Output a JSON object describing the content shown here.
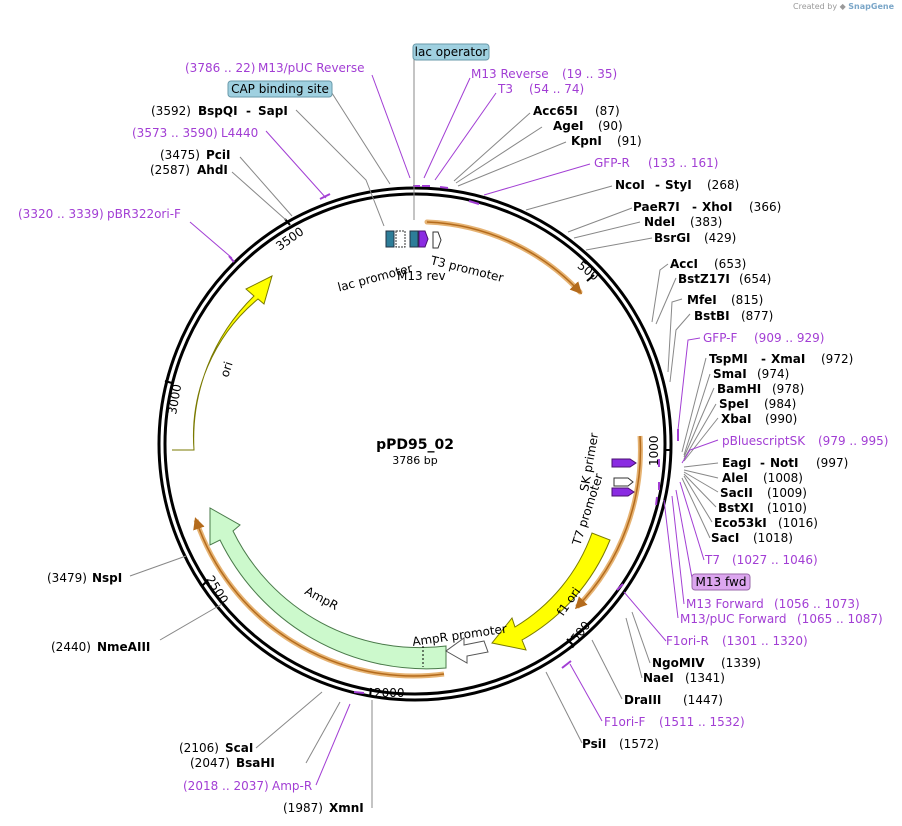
{
  "credit": {
    "created_by": "Created by",
    "brand": "SnapGene"
  },
  "plasmid": {
    "name": "pPD95_02",
    "size": "3786 bp",
    "length": 3786
  },
  "ticks": [
    {
      "label": "500",
      "bp": 500
    },
    {
      "label": "1000",
      "bp": 1000
    },
    {
      "label": "1500",
      "bp": 1500
    },
    {
      "label": "2000",
      "bp": 2000
    },
    {
      "label": "2500",
      "bp": 2500
    },
    {
      "label": "3000",
      "bp": 3000
    },
    {
      "label": "3500",
      "bp": 3500
    }
  ],
  "enzymes": [
    {
      "name": "Acc65I",
      "pos": "(87)"
    },
    {
      "name": "AgeI",
      "pos": "(90)"
    },
    {
      "name": "KpnI",
      "pos": "(91)"
    },
    {
      "name": "NcoI",
      "name2": "StyI",
      "pos": "(268)"
    },
    {
      "name": "PaeR7I",
      "name2": "XhoI",
      "pos": "(366)"
    },
    {
      "name": "NdeI",
      "pos": "(383)"
    },
    {
      "name": "BsrGI",
      "pos": "(429)"
    },
    {
      "name": "AccI",
      "pos": "(653)"
    },
    {
      "name": "BstZ17I",
      "pos": "(654)"
    },
    {
      "name": "MfeI",
      "pos": "(815)"
    },
    {
      "name": "BstBI",
      "pos": "(877)"
    },
    {
      "name": "TspMI",
      "name2": "XmaI",
      "pos": "(972)"
    },
    {
      "name": "SmaI",
      "pos": "(974)"
    },
    {
      "name": "BamHI",
      "pos": "(978)"
    },
    {
      "name": "SpeI",
      "pos": "(984)"
    },
    {
      "name": "XbaI",
      "pos": "(990)"
    },
    {
      "name": "EagI",
      "name2": "NotI",
      "pos": "(997)"
    },
    {
      "name": "AleI",
      "pos": "(1008)"
    },
    {
      "name": "SacII",
      "pos": "(1009)"
    },
    {
      "name": "BstXI",
      "pos": "(1010)"
    },
    {
      "name": "Eco53kI",
      "pos": "(1016)"
    },
    {
      "name": "SacI",
      "pos": "(1018)"
    },
    {
      "name": "NgoMIV",
      "pos": "(1339)"
    },
    {
      "name": "NaeI",
      "pos": "(1341)"
    },
    {
      "name": "DraIII",
      "pos": "(1447)"
    },
    {
      "name": "PsiI",
      "pos": "(1572)"
    },
    {
      "name": "XmnI",
      "pos": "(1987)"
    },
    {
      "name": "BsaHI",
      "pos": "(2047)"
    },
    {
      "name": "ScaI",
      "pos": "(2106)"
    },
    {
      "name": "NmeAIII",
      "pos": "(2440)"
    },
    {
      "name": "AhdI",
      "pos": "(2587)"
    },
    {
      "name": "PciI",
      "pos": "(3475)"
    },
    {
      "name": "NspI",
      "pos": "(3479)"
    },
    {
      "name": "BspQI",
      "name2": "SapI",
      "pos": "(3592)"
    }
  ],
  "primers": [
    {
      "name": "M13/pUC Reverse",
      "range": "(3786 .. 22)"
    },
    {
      "name": "M13 Reverse",
      "range": "(19 .. 35)"
    },
    {
      "name": "T3",
      "range": "(54 .. 74)"
    },
    {
      "name": "GFP-R",
      "range": "(133 .. 161)"
    },
    {
      "name": "GFP-F",
      "range": "(909 .. 929)"
    },
    {
      "name": "pBluescriptSK",
      "range": "(979 .. 995)"
    },
    {
      "name": "T7",
      "range": "(1027 .. 1046)"
    },
    {
      "name": "M13 Forward",
      "range": "(1056 .. 1073)"
    },
    {
      "name": "M13/pUC Forward",
      "range": "(1065 .. 1087)"
    },
    {
      "name": "F1ori-R",
      "range": "(1301 .. 1320)"
    },
    {
      "name": "F1ori-F",
      "range": "(1511 .. 1532)"
    },
    {
      "name": "Amp-R",
      "range": "(2018 .. 2037)"
    },
    {
      "name": "L4440",
      "range": "(3573 .. 3590)"
    },
    {
      "name": "pBR322ori-F",
      "range": "(3320 .. 3339)"
    }
  ],
  "boxed_labels": {
    "lac_operator": "lac operator",
    "cap_site": "CAP binding site",
    "m13_fwd": "M13 fwd"
  },
  "features": {
    "lac_promoter": "lac promoter",
    "m13_rev": "M13 rev",
    "t3_promoter": "T3 promoter",
    "sk_primer": "SK primer",
    "t7_promoter": "T7 promoter",
    "f1_ori": "f1 ori",
    "ampr_promoter": "AmpR promoter",
    "ampr": "AmpR",
    "ori": "ori"
  },
  "colors": {
    "backbone": "#000000",
    "primer": "#a23ed4",
    "ori": "#ffff00",
    "ampr": "#ccf9cc",
    "orf_outline": "#e0a050",
    "orf_shade": "#fbe2b8",
    "lac_box": "#9fd0e0",
    "promoter_teal": "#2d7d98",
    "m13fwd_box": "#dca6ef"
  }
}
